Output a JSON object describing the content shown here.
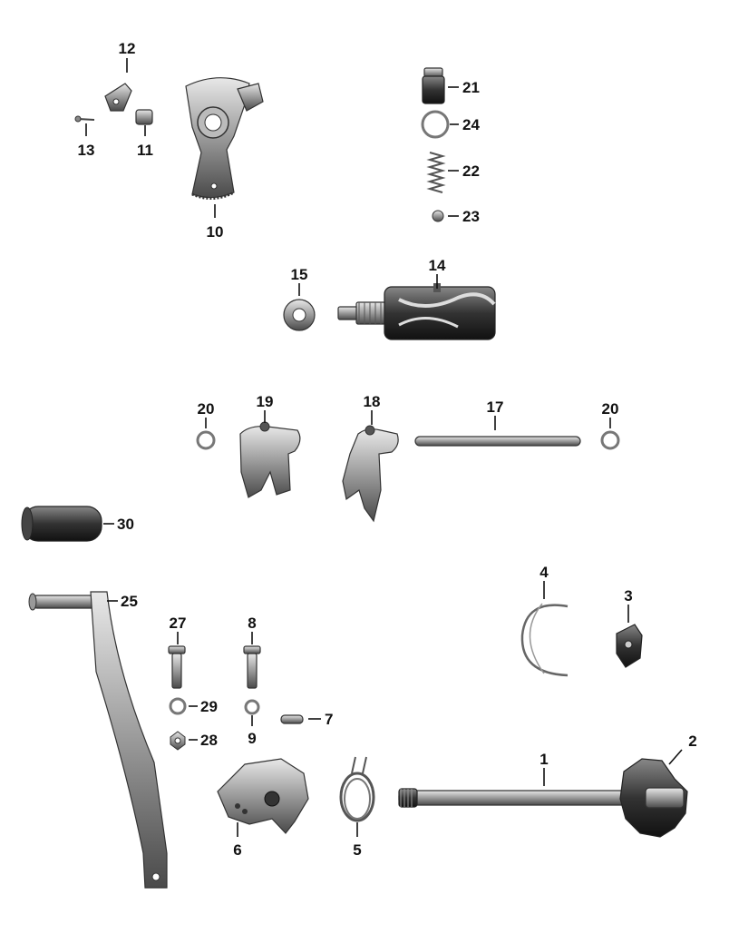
{
  "callouts": [
    {
      "id": "1",
      "text": "1"
    },
    {
      "id": "2",
      "text": "2"
    },
    {
      "id": "3",
      "text": "3"
    },
    {
      "id": "4",
      "text": "4"
    },
    {
      "id": "5",
      "text": "5"
    },
    {
      "id": "6",
      "text": "6"
    },
    {
      "id": "7",
      "text": "7"
    },
    {
      "id": "8",
      "text": "8"
    },
    {
      "id": "9",
      "text": "9"
    },
    {
      "id": "10",
      "text": "10"
    },
    {
      "id": "11",
      "text": "11"
    },
    {
      "id": "12",
      "text": "12"
    },
    {
      "id": "13",
      "text": "13"
    },
    {
      "id": "14",
      "text": "14"
    },
    {
      "id": "15",
      "text": "15"
    },
    {
      "id": "17",
      "text": "17"
    },
    {
      "id": "18",
      "text": "18"
    },
    {
      "id": "19",
      "text": "19"
    },
    {
      "id": "20a",
      "text": "20"
    },
    {
      "id": "20b",
      "text": "20"
    },
    {
      "id": "21",
      "text": "21"
    },
    {
      "id": "22",
      "text": "22"
    },
    {
      "id": "23",
      "text": "23"
    },
    {
      "id": "24",
      "text": "24"
    },
    {
      "id": "25",
      "text": "25"
    },
    {
      "id": "27",
      "text": "27"
    },
    {
      "id": "28",
      "text": "28"
    },
    {
      "id": "29",
      "text": "29"
    },
    {
      "id": "30",
      "text": "30"
    }
  ]
}
